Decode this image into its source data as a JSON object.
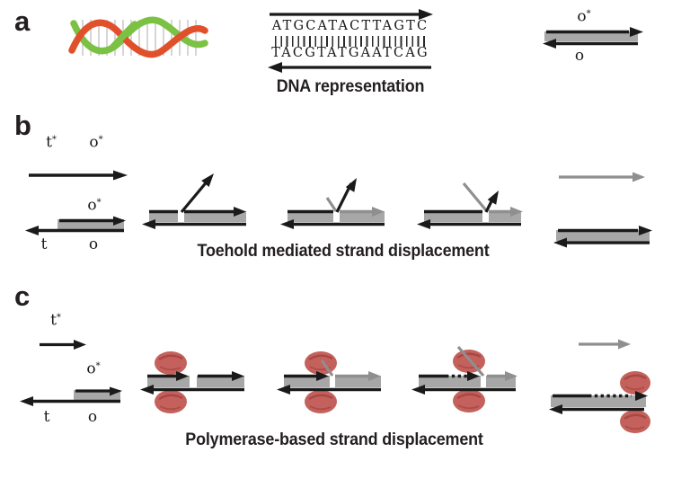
{
  "title": "DNA strand displacement schematic",
  "colors": {
    "background": "#ffffff",
    "strand_black": "#1a1a1a",
    "duplex_gray": "#a7a7a7",
    "displaced_gray": "#8f8f8f",
    "helix_red": "#e0502b",
    "helix_green": "#7bc143",
    "rung_gray": "#c9c9c9",
    "polymerase_red": "#c4615c",
    "polymerase_dark": "#a5433f",
    "text_black": "#231f20"
  },
  "icons": {
    "helix": "dna-double-helix-icon",
    "polymerase": "polymerase-enzyme-icon",
    "duplex": "dna-duplex-icon"
  },
  "panel_a": {
    "label": "a",
    "caption": "DNA representation",
    "sequence_top": "ATGCATACTTAGTC",
    "sequence_bottom": "TACGTATGAATCAG",
    "duplex_top_label": "o",
    "duplex_top_sup": "*",
    "duplex_bottom_label": "o"
  },
  "panel_b": {
    "label": "b",
    "caption": "Toehold mediated strand displacement",
    "invader_toehold_label": "t",
    "invader_toehold_sup": "*",
    "invader_output_label": "o",
    "invader_output_sup": "*",
    "substrate_top_label": "o",
    "substrate_top_sup": "*",
    "substrate_toehold_label": "t",
    "substrate_output_label": "o"
  },
  "panel_c": {
    "label": "c",
    "caption": "Polymerase-based strand displacement",
    "primer_label": "t",
    "primer_sup": "*",
    "substrate_top_label": "o",
    "substrate_top_sup": "*",
    "substrate_toehold_label": "t",
    "substrate_output_label": "o"
  }
}
